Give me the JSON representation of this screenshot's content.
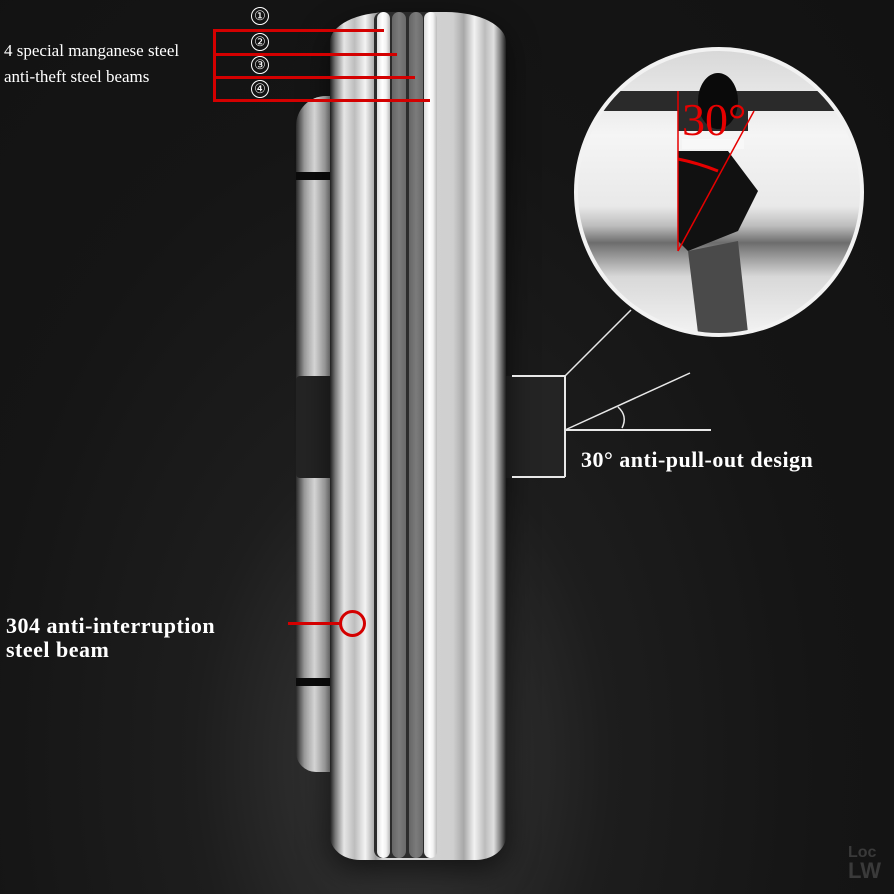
{
  "callouts": {
    "beams": {
      "title_line1": "4 special manganese steel",
      "title_line2": "anti-theft steel beams",
      "markers": [
        "①",
        "②",
        "③",
        "④"
      ]
    },
    "angle_detail": {
      "zoom_label": "30°",
      "caption": "30° anti-pull-out design"
    },
    "stainless": {
      "line1": "304 anti-interruption",
      "line2": "steel beam"
    }
  },
  "colors": {
    "accent_red": "#d40000",
    "background": "#151515",
    "text": "#ffffff"
  },
  "watermark": {
    "line1": "Loc",
    "line2": "LW"
  }
}
